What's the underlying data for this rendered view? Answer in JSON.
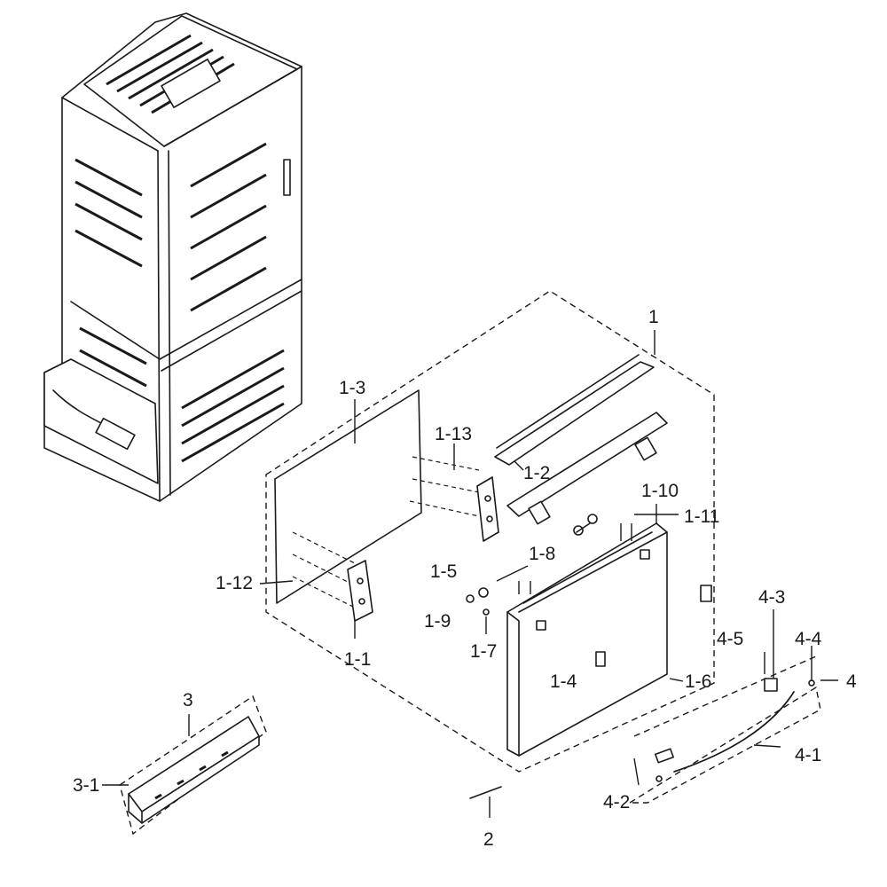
{
  "labels": {
    "l1": "1",
    "l1_1": "1-1",
    "l1_2": "1-2",
    "l1_3": "1-3",
    "l1_4": "1-4",
    "l1_5": "1-5",
    "l1_6": "1-6",
    "l1_7": "1-7",
    "l1_8": "1-8",
    "l1_9": "1-9",
    "l1_10": "1-10",
    "l1_11": "1-11",
    "l1_12": "1-12",
    "l1_13": "1-13",
    "l2": "2",
    "l3": "3",
    "l3_1": "3-1",
    "l4": "4",
    "l4_1": "4-1",
    "l4_2": "4-2",
    "l4_3": "4-3",
    "l4_4": "4-4",
    "l4_5": "4-5"
  }
}
